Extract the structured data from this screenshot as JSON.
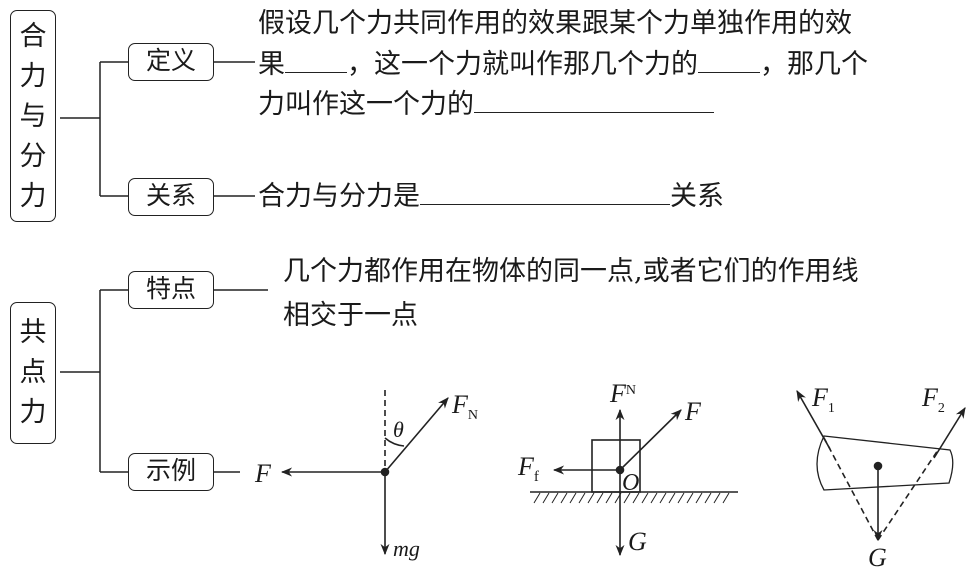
{
  "section1": {
    "title": "合力与分力",
    "definition": {
      "label": "定义",
      "line1": "假设几个力共同作用的效果跟某个力单独作用的效",
      "line2a": "果",
      "line2b": "，这一个力就叫作那几个力的",
      "line2c": "，那几个",
      "line3": "力叫作这一个力的"
    },
    "relation": {
      "label": "关系",
      "text_a": "合力与分力是",
      "text_b": "关系"
    }
  },
  "section2": {
    "title": "共点力",
    "feature": {
      "label": "特点",
      "line1": "几个力都作用在物体的同一点,或者它们的作用线",
      "line2": "相交于一点"
    },
    "example": {
      "label": "示例",
      "diagram1": {
        "F": "F",
        "FN": "F",
        "FN_sub": "N",
        "theta": "θ",
        "mg": "mg"
      },
      "diagram2": {
        "FN": "F",
        "FN_sub": "N",
        "F": "F",
        "Ff": "F",
        "Ff_sub": "f",
        "O": "O",
        "G": "G"
      },
      "diagram3": {
        "F1": "F",
        "F1_sub": "1",
        "F2": "F",
        "F2_sub": "2",
        "G": "G"
      }
    }
  }
}
